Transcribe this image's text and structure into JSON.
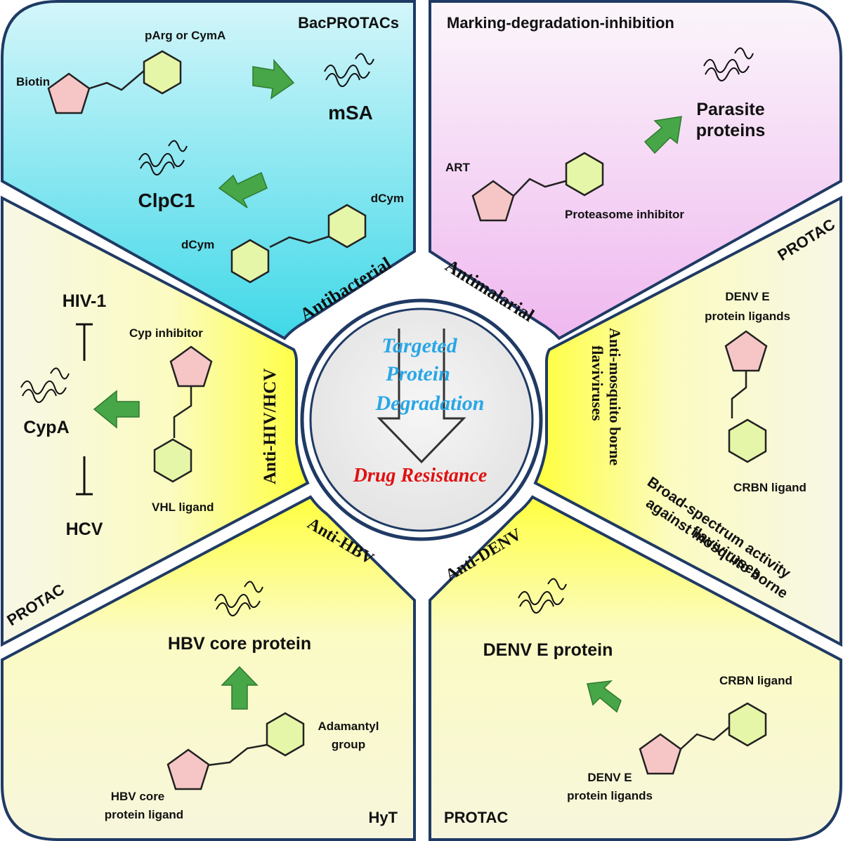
{
  "colors": {
    "border": "#1f3a64",
    "cyan": "#4fdcea",
    "pink": "#f3c8f3",
    "yellow": "#ffff44",
    "cream": "#f8f6d8",
    "gray": "#ededed",
    "arrow": "#47a647",
    "pentagon": "#f6c6c6",
    "hexagon": "#e6f6a8",
    "center_title": "#29a6e6",
    "center_result": "#e01010"
  },
  "icons": {
    "protein": "protein-helix-icon",
    "arrow": "green-arrow-icon",
    "pentagon": "pentagon-ligand-icon",
    "hexagon": "hexagon-ligand-icon"
  },
  "center": {
    "line1": "Targeted",
    "line2": "Protein",
    "line3": "Degradation",
    "result": "Drug Resistance"
  },
  "panels": {
    "antibacterial": {
      "title": "BacPROTACs",
      "label_pentagon": "Biotin",
      "label_linker": "pArg or CymA",
      "target_1": "mSA",
      "target_2": "ClpC1",
      "label_dcym_1": "dCym",
      "label_dcym_2": "dCym",
      "category": "Antibacterial"
    },
    "antimalarial": {
      "title": "Marking-degradation-inhibition",
      "label_pentagon": "ART",
      "label_hexagon": "Proteasome inhibitor",
      "target_line1": "Parasite",
      "target_line2": "proteins",
      "category": "Antimalarial"
    },
    "mosquito": {
      "corner": "PROTAC",
      "ligand_line1": "DENV E",
      "ligand_line2": "protein ligands",
      "crbn": "CRBN ligand",
      "category_line1": "Anti-mosquito borne",
      "category_line2": "flaviviruses",
      "desc_line1": "Broad-spectrum activity",
      "desc_line2": "against mosquito borne",
      "desc_line3": "flaviviruses"
    },
    "denv": {
      "category": "Anti-DENV",
      "target": "DENV E protein",
      "crbn": "CRBN ligand",
      "ligand_line1": "DENV E",
      "ligand_line2": "protein ligands",
      "corner": "PROTAC"
    },
    "hbv": {
      "category": "Anti-HBV",
      "target": "HBV core protein",
      "adamantyl_line1": "Adamantyl",
      "adamantyl_line2": "group",
      "ligand_line1": "HBV core",
      "ligand_line2": "protein ligand",
      "corner": "HyT"
    },
    "hiv": {
      "virus_1": "HIV-1",
      "target": "CypA",
      "virus_2": "HCV",
      "label_inhibitor": "Cyp inhibitor",
      "label_vhl": "VHL ligand",
      "category": "Anti-HIV/HCV",
      "corner": "PROTAC"
    }
  }
}
